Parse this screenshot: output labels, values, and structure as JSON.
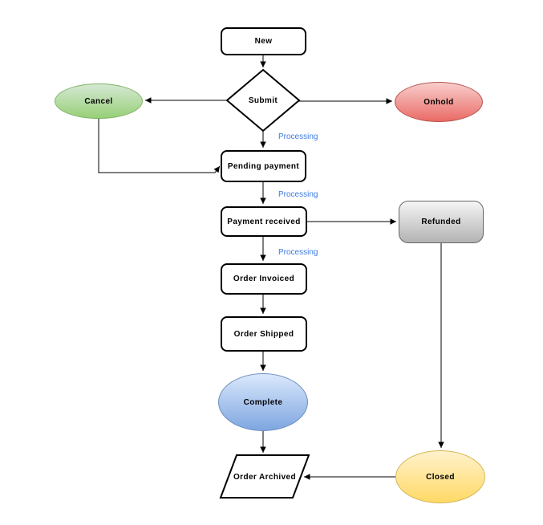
{
  "diagram": {
    "background": "#ffffff",
    "edge_color": "#000000",
    "edge_label_color": "#3b7ce4",
    "node_text_color": "#000000",
    "nodes": [
      {
        "id": "new",
        "label": "New",
        "shape": "rounded-rect",
        "fill": "#ffffff",
        "stroke": "#000000"
      },
      {
        "id": "submit",
        "label": "Submit",
        "shape": "diamond",
        "fill": "#ffffff",
        "stroke": "#000000"
      },
      {
        "id": "cancel",
        "label": "Cancel",
        "shape": "ellipse",
        "fill_top": "#d5e8d4",
        "fill_bottom": "#97d077",
        "stroke": "#82b366"
      },
      {
        "id": "onhold",
        "label": "Onhold",
        "shape": "ellipse",
        "fill_top": "#f8cecc",
        "fill_bottom": "#ea6b66",
        "stroke": "#b85450"
      },
      {
        "id": "pending-payment",
        "label": "Pending payment",
        "shape": "rounded-rect",
        "fill": "#ffffff",
        "stroke": "#000000"
      },
      {
        "id": "payment-received",
        "label": "Payment received",
        "shape": "rounded-rect",
        "fill": "#ffffff",
        "stroke": "#000000"
      },
      {
        "id": "refunded",
        "label": "Refunded",
        "shape": "rounded-rect",
        "fill_top": "#f5f5f5",
        "fill_bottom": "#b3b3b3",
        "stroke": "#666666"
      },
      {
        "id": "order-invoiced",
        "label": "Order Invoiced",
        "shape": "rounded-rect",
        "fill": "#ffffff",
        "stroke": "#000000"
      },
      {
        "id": "order-shipped",
        "label": "Order Shipped",
        "shape": "rounded-rect",
        "fill": "#ffffff",
        "stroke": "#000000"
      },
      {
        "id": "complete",
        "label": "Complete",
        "shape": "ellipse",
        "fill_top": "#dae8fc",
        "fill_bottom": "#7ea6e0",
        "stroke": "#6c8ebf"
      },
      {
        "id": "order-archived",
        "label": "Order Archived",
        "shape": "parallelogram",
        "fill": "#ffffff",
        "stroke": "#000000"
      },
      {
        "id": "closed",
        "label": "Closed",
        "shape": "ellipse",
        "fill_top": "#fff2cc",
        "fill_bottom": "#ffd966",
        "stroke": "#d6b656"
      }
    ],
    "edges": [
      {
        "from": "new",
        "to": "submit",
        "label": ""
      },
      {
        "from": "submit",
        "to": "cancel",
        "label": ""
      },
      {
        "from": "submit",
        "to": "onhold",
        "label": ""
      },
      {
        "from": "submit",
        "to": "pending-payment",
        "label": "Processing"
      },
      {
        "from": "cancel",
        "to": "pending-payment",
        "label": ""
      },
      {
        "from": "pending-payment",
        "to": "payment-received",
        "label": "Processing"
      },
      {
        "from": "payment-received",
        "to": "refunded",
        "label": ""
      },
      {
        "from": "payment-received",
        "to": "order-invoiced",
        "label": "Processing"
      },
      {
        "from": "order-invoiced",
        "to": "order-shipped",
        "label": ""
      },
      {
        "from": "order-shipped",
        "to": "complete",
        "label": ""
      },
      {
        "from": "complete",
        "to": "order-archived",
        "label": ""
      },
      {
        "from": "refunded",
        "to": "closed",
        "label": ""
      },
      {
        "from": "closed",
        "to": "order-archived",
        "label": ""
      }
    ]
  }
}
